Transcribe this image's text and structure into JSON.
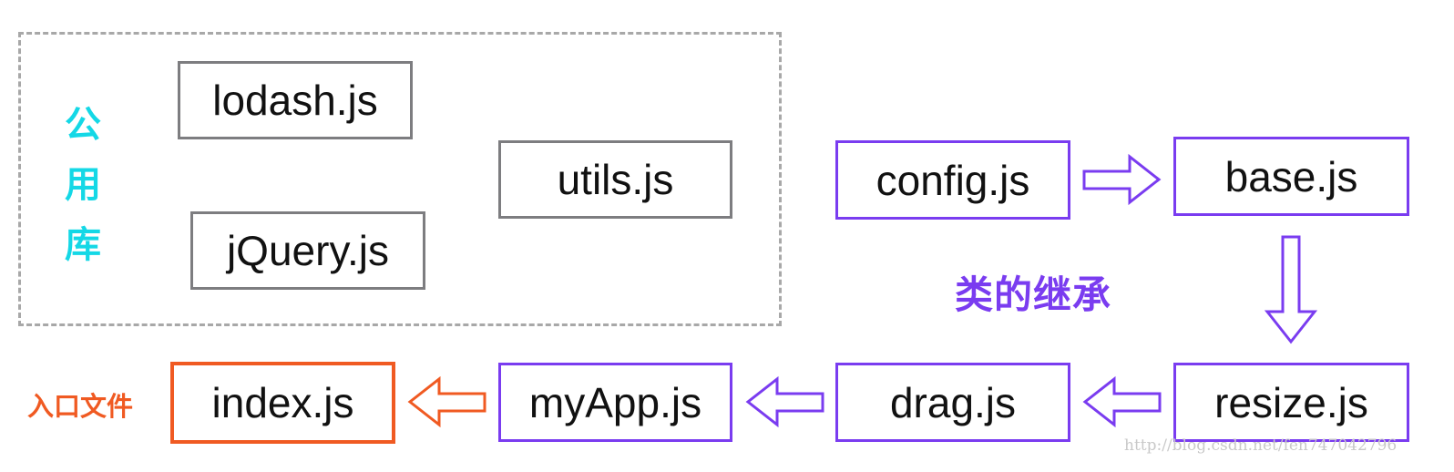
{
  "public_library": {
    "label_chars": [
      "公",
      "用",
      "库"
    ],
    "modules": {
      "lodash": "lodash.js",
      "jquery": "jQuery.js",
      "utils": "utils.js"
    }
  },
  "inheritance": {
    "label": "类的继承",
    "chain": {
      "config": "config.js",
      "base": "base.js",
      "resize": "resize.js",
      "drag": "drag.js",
      "myapp": "myApp.js"
    }
  },
  "entry": {
    "label": "入口文件",
    "file": "index.js"
  },
  "watermark": "http://blog.csdn.net/fen747042796",
  "colors": {
    "library_label": "#14d8e6",
    "inheritance": "#7a3cf0",
    "entry": "#f05a22",
    "library_box_border": "#7d7d80",
    "group_border": "#a8a8a8"
  }
}
